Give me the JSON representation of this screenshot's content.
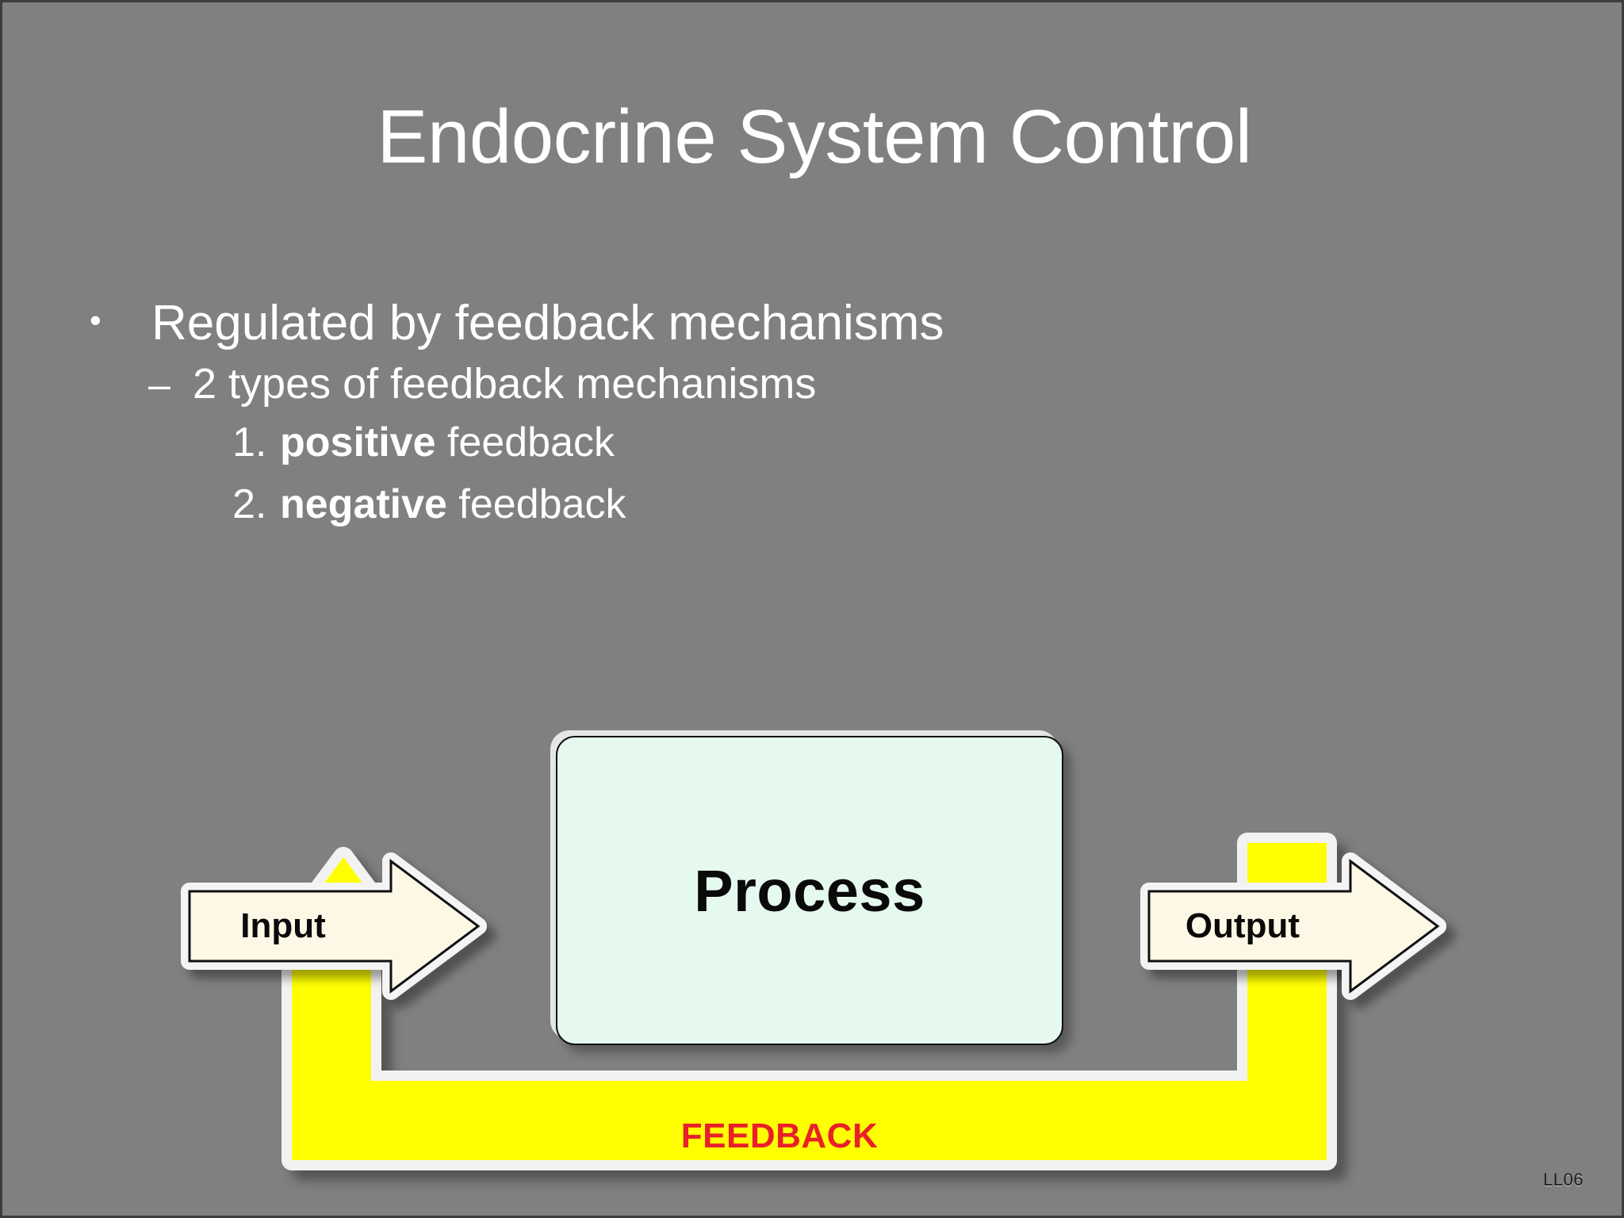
{
  "slide": {
    "title": "Endocrine System Control",
    "background_color": "#808080",
    "title_color": "#ffffff",
    "corner_credit": "LL06"
  },
  "body": {
    "bullets": [
      {
        "level": 1,
        "marker": "•",
        "text": "Regulated by feedback mechanisms"
      },
      {
        "level": 2,
        "marker": "–",
        "text": "2 types of feedback mechanisms"
      },
      {
        "level": 3,
        "marker": "1.",
        "bold_text": "positive",
        "rest_text": " feedback"
      },
      {
        "level": 3,
        "marker": "2.",
        "bold_text": "negative",
        "rest_text": " feedback"
      }
    ]
  },
  "diagram": {
    "type": "feedback-loop-flowchart",
    "input_arrow": {
      "label": "Input",
      "fill_color": "#fdf8e6",
      "border_color": "#111111",
      "direction": "right"
    },
    "process_box": {
      "label": "Process",
      "fill_color": "#e6f9ef",
      "border_color": "#111111"
    },
    "output_arrow": {
      "label": "Output",
      "fill_color": "#fdf8e6",
      "border_color": "#111111",
      "direction": "right"
    },
    "feedback_arrow": {
      "label": "FEEDBACK",
      "fill_color": "#ffff00",
      "label_color": "#e8202a",
      "direction": "up-left-loop"
    }
  }
}
